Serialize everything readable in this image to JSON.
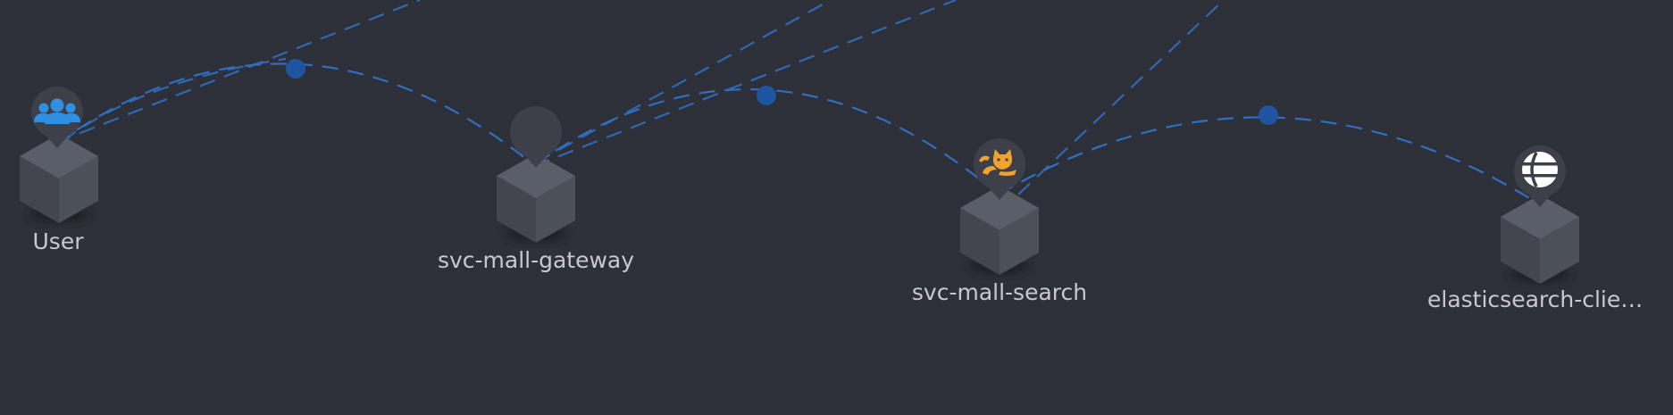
{
  "topology": {
    "colors": {
      "background": "#2e3039",
      "edge": "#2f6fbf",
      "edge_dot": "#1f55a0",
      "cube_top": "#5a5e68",
      "cube_left": "#43464f",
      "cube_right": "#4c5059",
      "badge": "#3d4049",
      "user_icon": "#2f8fe0",
      "tomcat_icon": "#f0a22e",
      "elastic_icon": "#ffffff",
      "label": "#c7c9cf"
    },
    "nodes": [
      {
        "id": "user",
        "label": "User",
        "icon": "users-icon"
      },
      {
        "id": "gateway",
        "label": "svc-mall-gateway",
        "icon": "empty-badge"
      },
      {
        "id": "search",
        "label": "svc-mall-search",
        "icon": "tomcat-icon"
      },
      {
        "id": "elastic",
        "label": "elasticsearch-client...",
        "icon": "elasticsearch-icon"
      }
    ],
    "edges": [
      {
        "from": "User",
        "to": "svc-mall-gateway"
      },
      {
        "from": "svc-mall-gateway",
        "to": "svc-mall-search"
      },
      {
        "from": "svc-mall-search",
        "to": "elasticsearch-client..."
      }
    ]
  }
}
